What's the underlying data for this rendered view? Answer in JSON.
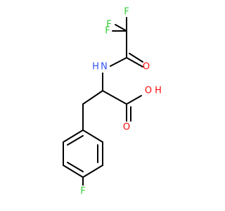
{
  "molecule": {
    "atoms": {
      "f_top_left": "F",
      "f_top_right": "F",
      "f_left": "F",
      "nh": "H",
      "n": "N",
      "o_amide": "O",
      "oh_o": "O",
      "oh_h": "H",
      "o_acid": "O",
      "f_para": "F"
    },
    "colors": {
      "bond": "#000000",
      "fluorine": "#33cc33",
      "nitrogen": "#3050f8",
      "oxygen": "#ff0d0d"
    }
  }
}
